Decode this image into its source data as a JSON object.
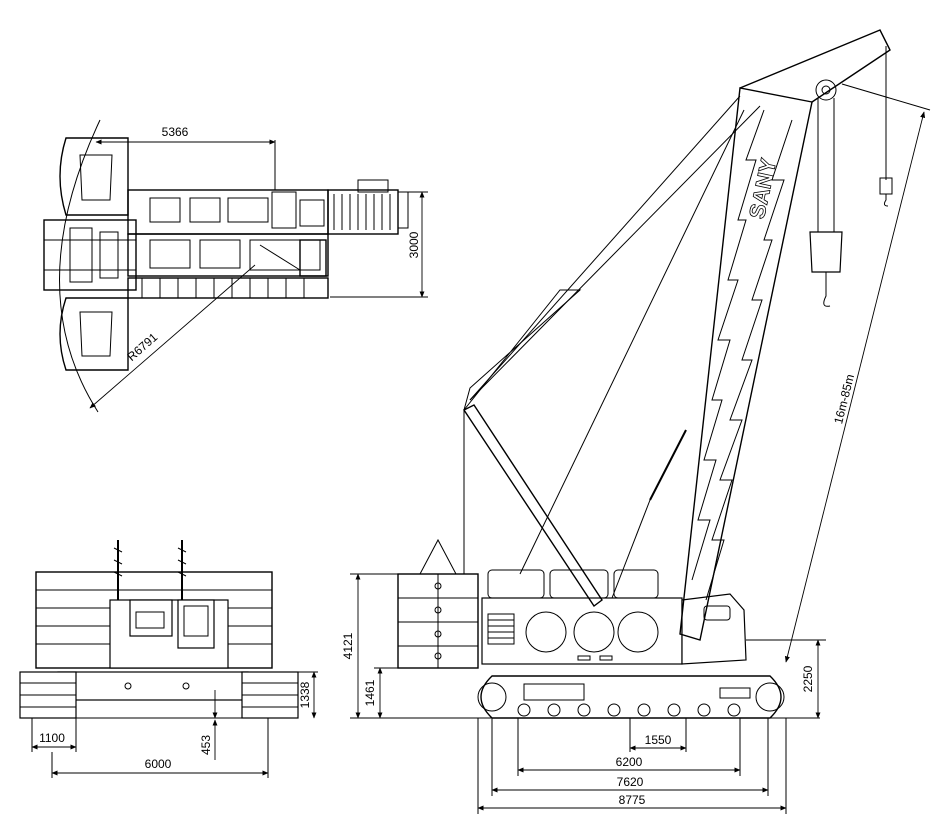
{
  "drawing": {
    "brand_text": "SANY",
    "dimensions": {
      "top_radius": "R6791",
      "top_length": "5366",
      "top_width": "3000",
      "front_track_width": "1100",
      "front_total_width": "6000",
      "front_ground_clearance": "453",
      "front_track_height": "1338",
      "side_total_height": "4121",
      "side_lower_height": "1461",
      "side_upper_height": "2250",
      "side_tumbler_offset": "1550",
      "side_track_contact": "6200",
      "side_track_length": "7620",
      "side_overall_length": "8775",
      "boom_length": "16m-85m"
    }
  }
}
